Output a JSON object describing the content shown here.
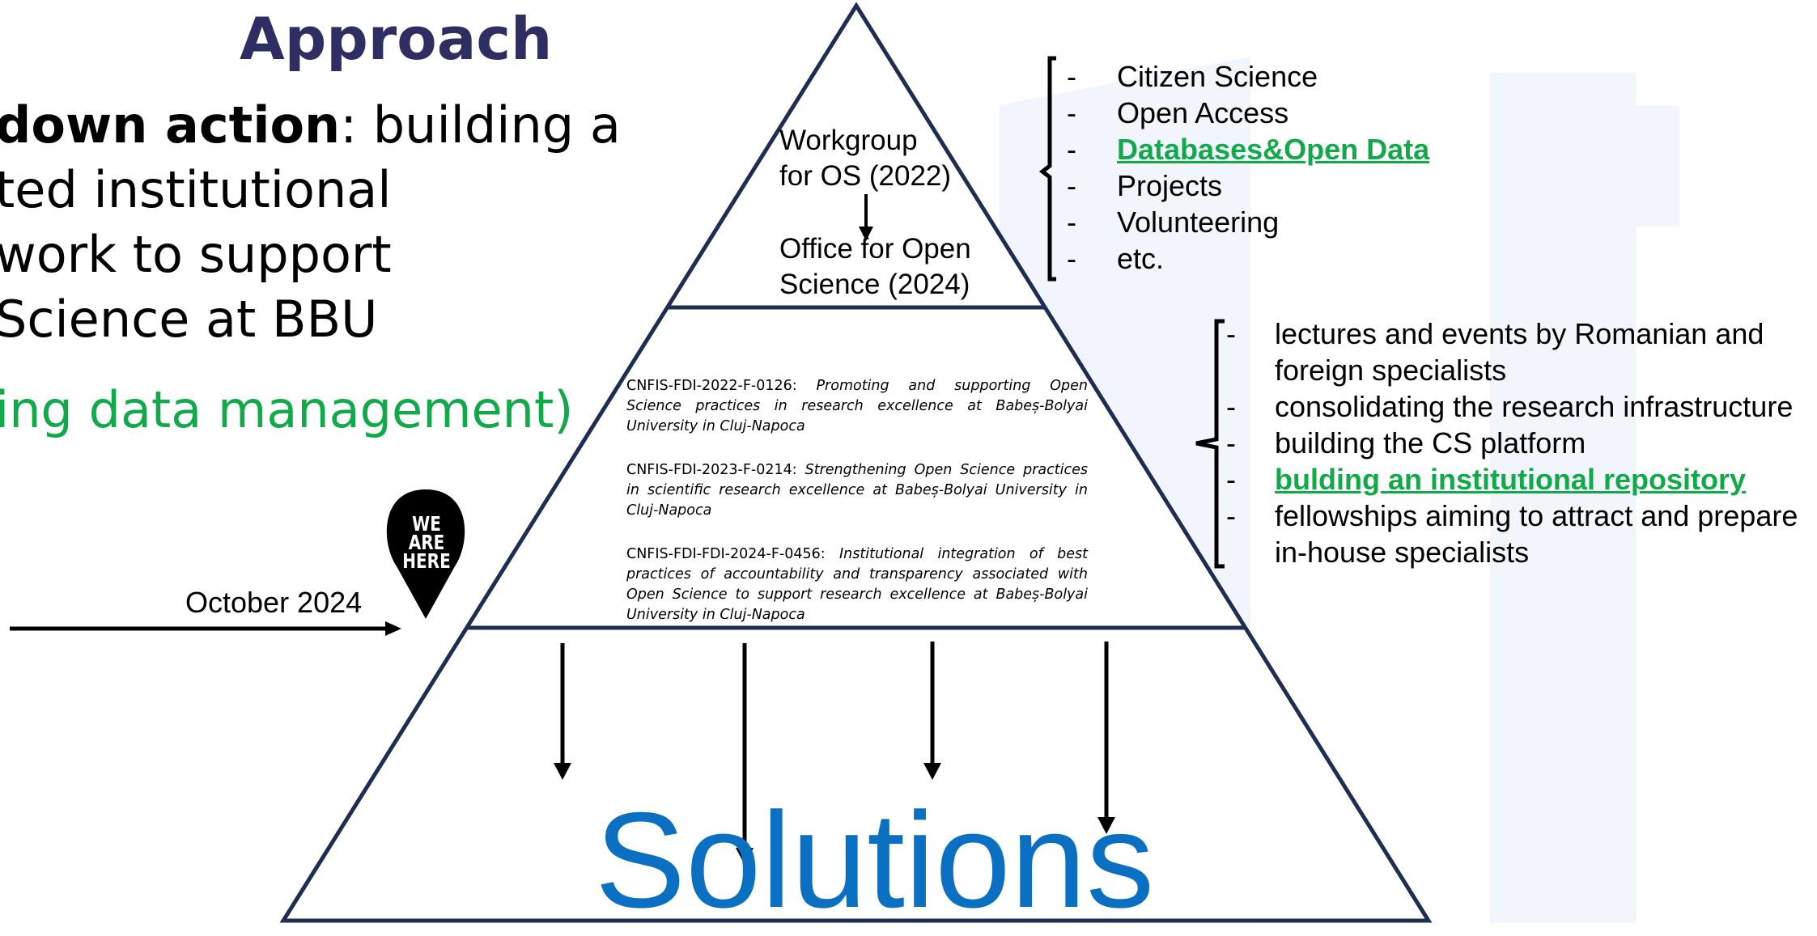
{
  "title": "Approach",
  "left_text": {
    "line1_bold": "down action",
    "line1_rest": ": building a",
    "line2": "ted institutional",
    "line3": "work to support",
    "line4": "Science at BBU",
    "green_line": "ing data management)"
  },
  "timeline": {
    "date_label": "October 2024",
    "pin_label_line1": "WE ARE",
    "pin_label_line2": "HERE"
  },
  "pyramid": {
    "top": {
      "workgroup_line1": "Workgroup",
      "workgroup_line2": "for OS (2022)",
      "office_line1": "Office for Open",
      "office_line2": "Science (2024)"
    },
    "middle": {
      "projects": [
        {
          "code": "CNFIS-FDI-2022-F-0126:",
          "title": "Promoting and supporting Open Science practices in research excellence at Babeș-Bolyai University in Cluj-Napoca"
        },
        {
          "code": "CNFIS-FDI-2023-F-0214:",
          "title": "Strengthening Open Science practices in scientific research excellence at Babeș-Bolyai University in Cluj-Napoca"
        },
        {
          "code": "CNFIS-FDI-FDI-2024-F-0456:",
          "title": "Institutional integration of best practices of accountability and transparency associated with Open Science to support research excellence at Babeș-Bolyai University in Cluj-Napoca"
        }
      ]
    },
    "bottom": {
      "label": "Solutions"
    }
  },
  "top_list": {
    "items": [
      "Citizen Science",
      "Open Access",
      "Databases&Open Data",
      "Projects",
      "Volunteering",
      "etc."
    ]
  },
  "right_list": {
    "items": [
      "lectures and events by Romanian and",
      "foreign specialists",
      "consolidating the research infrastructure",
      "building the CS platform",
      "bulding an institutional repository",
      "fellowships aiming to attract and prepare",
      "in-house specialists"
    ]
  },
  "colors": {
    "title": "#2e2e63",
    "pyramid_stroke": "#1f2d52",
    "green": "#12a94a",
    "solutions_blue": "#0b6fc2"
  }
}
